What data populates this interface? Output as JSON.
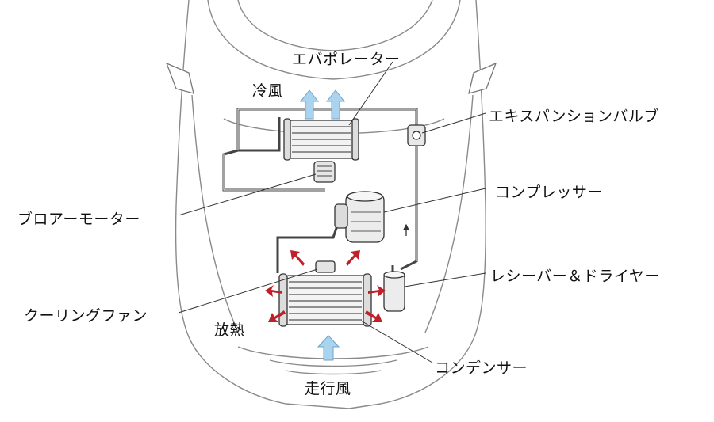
{
  "labels": {
    "evaporator": "エバポレーター",
    "cold_air": "冷風",
    "expansion_valve": "エキスパンションバルブ",
    "compressor": "コンプレッサー",
    "blower_motor": "ブロアーモーター",
    "receiver_dryer": "レシーバー＆ドライヤー",
    "cooling_fan": "クーリングファン",
    "heat_release": "放熱",
    "condenser": "コンデンサー",
    "running_wind": "走行風"
  },
  "colors": {
    "cold_arrow": "#a9d3ee",
    "hot_arrow": "#c0202a",
    "pipe": "#444444",
    "outline": "#8a8a8a"
  }
}
